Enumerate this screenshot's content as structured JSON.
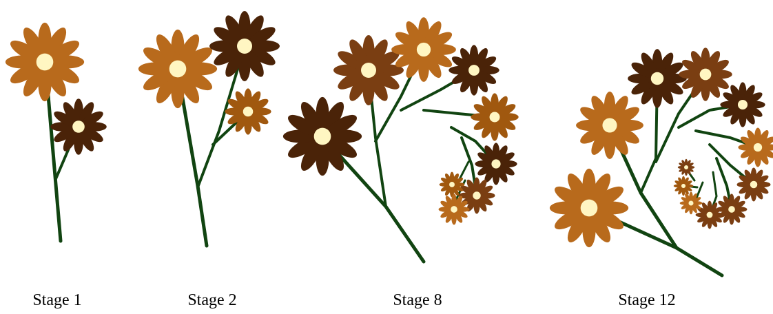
{
  "stages": [
    {
      "label": "Stage 1"
    },
    {
      "label": "Stage 2"
    },
    {
      "label": "Stage 8"
    },
    {
      "label": "Stage 12"
    }
  ],
  "colors": {
    "stem": "#114411",
    "center": "#FFF6C2",
    "petal_palette": [
      "#B86A1C",
      "#7A3E12",
      "#4A2308",
      "#A0580F"
    ]
  }
}
